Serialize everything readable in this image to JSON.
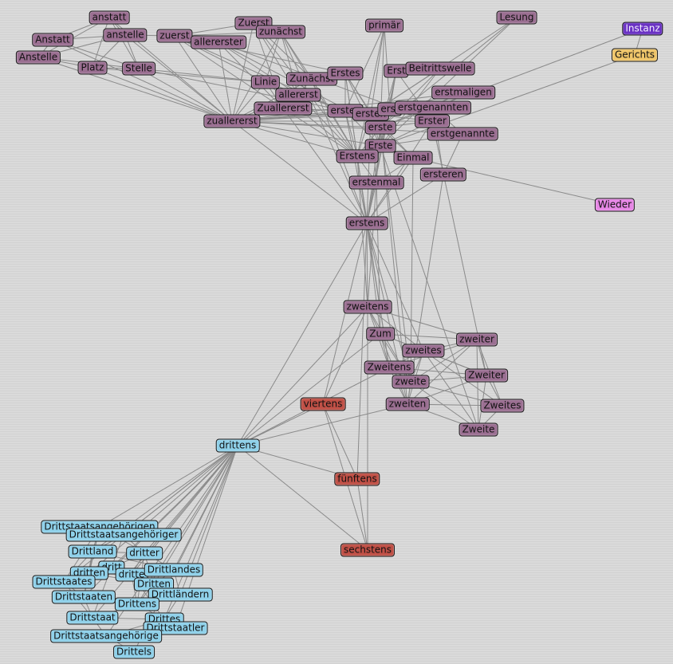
{
  "colors": {
    "erst": "#9b6f92",
    "zwei": "#9b6f92",
    "dritt": "#8fd1ea",
    "ordinal": "#c05046",
    "instanz": "#6a31c4",
    "gerichts": "#efc56a",
    "wieder": "#e787e6",
    "edge": "#8a8a8a"
  },
  "nodes": [
    {
      "id": "anstatt",
      "label": "anstatt",
      "group": "erst"
    },
    {
      "id": "Anstatt",
      "label": "Anstatt",
      "group": "erst"
    },
    {
      "id": "anstelle",
      "label": "anstelle",
      "group": "erst"
    },
    {
      "id": "Anstelle",
      "label": "Anstelle",
      "group": "erst"
    },
    {
      "id": "zuerst",
      "label": "zuerst",
      "group": "erst"
    },
    {
      "id": "Zuerst",
      "label": "Zuerst",
      "group": "erst"
    },
    {
      "id": "zunaechst",
      "label": "zunächst",
      "group": "erst"
    },
    {
      "id": "allererster",
      "label": "allererster",
      "group": "erst"
    },
    {
      "id": "Platz",
      "label": "Platz",
      "group": "erst"
    },
    {
      "id": "Stelle",
      "label": "Stelle",
      "group": "erst"
    },
    {
      "id": "primaer",
      "label": "primär",
      "group": "erst"
    },
    {
      "id": "Lesung",
      "label": "Lesung",
      "group": "erst"
    },
    {
      "id": "Instanz",
      "label": "Instanz",
      "group": "instanz"
    },
    {
      "id": "Gerichts",
      "label": "Gerichts",
      "group": "gerichts"
    },
    {
      "id": "Linie",
      "label": "Linie",
      "group": "erst"
    },
    {
      "id": "Zunaechst",
      "label": "Zunächst",
      "group": "erst"
    },
    {
      "id": "Erstes",
      "label": "Erstes",
      "group": "erst"
    },
    {
      "id": "ErstCap",
      "label": "Erst",
      "group": "erst"
    },
    {
      "id": "Beitrittswelle",
      "label": "Beitrittswelle",
      "group": "erst"
    },
    {
      "id": "allererst",
      "label": "allererst",
      "group": "erst"
    },
    {
      "id": "erstmaligen",
      "label": "erstmaligen",
      "group": "erst"
    },
    {
      "id": "Zuallererst",
      "label": "Zuallererst",
      "group": "erst"
    },
    {
      "id": "erstes",
      "label": "erstes",
      "group": "erst"
    },
    {
      "id": "ersten",
      "label": "ersten",
      "group": "erst"
    },
    {
      "id": "erst",
      "label": "erst",
      "group": "erst"
    },
    {
      "id": "erstgenannten",
      "label": "erstgenannten",
      "group": "erst"
    },
    {
      "id": "zuallererst",
      "label": "zuallererst",
      "group": "erst"
    },
    {
      "id": "erste",
      "label": "erste",
      "group": "erst"
    },
    {
      "id": "Erster",
      "label": "Erster",
      "group": "erst"
    },
    {
      "id": "erstgenannte",
      "label": "erstgenannte",
      "group": "erst"
    },
    {
      "id": "Erste",
      "label": "Erste",
      "group": "erst"
    },
    {
      "id": "Erstens",
      "label": "Erstens",
      "group": "erst"
    },
    {
      "id": "Einmal",
      "label": "Einmal",
      "group": "erst"
    },
    {
      "id": "ersteren",
      "label": "ersteren",
      "group": "erst"
    },
    {
      "id": "erstenmal",
      "label": "erstenmal",
      "group": "erst"
    },
    {
      "id": "Wieder",
      "label": "Wieder",
      "group": "wieder"
    },
    {
      "id": "erstens",
      "label": "erstens",
      "group": "erst"
    },
    {
      "id": "zweitens",
      "label": "zweitens",
      "group": "zwei"
    },
    {
      "id": "Zum",
      "label": "Zum",
      "group": "zwei"
    },
    {
      "id": "zweites",
      "label": "zweites",
      "group": "zwei"
    },
    {
      "id": "zweiter",
      "label": "zweiter",
      "group": "zwei"
    },
    {
      "id": "Zweitens",
      "label": "Zweitens",
      "group": "zwei"
    },
    {
      "id": "Zweiter",
      "label": "Zweiter",
      "group": "zwei"
    },
    {
      "id": "zweite",
      "label": "zweite",
      "group": "zwei"
    },
    {
      "id": "viertens",
      "label": "viertens",
      "group": "ordinal"
    },
    {
      "id": "zweiten",
      "label": "zweiten",
      "group": "zwei"
    },
    {
      "id": "Zweites",
      "label": "Zweites",
      "group": "zwei"
    },
    {
      "id": "Zweite",
      "label": "Zweite",
      "group": "zwei"
    },
    {
      "id": "drittens",
      "label": "drittens",
      "group": "dritt"
    },
    {
      "id": "fuenftens",
      "label": "fünftens",
      "group": "ordinal"
    },
    {
      "id": "sechstens",
      "label": "sechstens",
      "group": "ordinal"
    },
    {
      "id": "Drittstaatsangehoerigen",
      "label": "Drittstaatsangehörigen",
      "group": "dritt"
    },
    {
      "id": "Drittstaatsangehoeriger",
      "label": "Drittstaatsangehöriger",
      "group": "dritt"
    },
    {
      "id": "Drittland",
      "label": "Drittland",
      "group": "dritt"
    },
    {
      "id": "dritter",
      "label": "dritter",
      "group": "dritt"
    },
    {
      "id": "dritt",
      "label": "dritt",
      "group": "dritt"
    },
    {
      "id": "dritten",
      "label": "dritten",
      "group": "dritt"
    },
    {
      "id": "dritte",
      "label": "dritte",
      "group": "dritt"
    },
    {
      "id": "Drittlandes",
      "label": "Drittlandes",
      "group": "dritt"
    },
    {
      "id": "Drittstaates",
      "label": "Drittstaates",
      "group": "dritt"
    },
    {
      "id": "Dritten",
      "label": "Dritten",
      "group": "dritt"
    },
    {
      "id": "Drittlaendern",
      "label": "Drittländern",
      "group": "dritt"
    },
    {
      "id": "Drittstaaten",
      "label": "Drittstaaten",
      "group": "dritt"
    },
    {
      "id": "Drittens",
      "label": "Drittens",
      "group": "dritt"
    },
    {
      "id": "Drittstaat",
      "label": "Drittstaat",
      "group": "dritt"
    },
    {
      "id": "Drittes",
      "label": "Drittes",
      "group": "dritt"
    },
    {
      "id": "Drittstaatler",
      "label": "Drittstaatler",
      "group": "dritt"
    },
    {
      "id": "Drittstaatsangehoerige",
      "label": "Drittstaatsangehörige",
      "group": "dritt"
    },
    {
      "id": "Drittels",
      "label": "Drittels",
      "group": "dritt"
    }
  ],
  "edges": [
    [
      "anstatt",
      "anstelle"
    ],
    [
      "anstatt",
      "Anstelle"
    ],
    [
      "anstatt",
      "Anstatt"
    ],
    [
      "anstatt",
      "Platz"
    ],
    [
      "anstatt",
      "Stelle"
    ],
    [
      "anstatt",
      "zuallererst"
    ],
    [
      "Anstatt",
      "anstelle"
    ],
    [
      "Anstatt",
      "Anstelle"
    ],
    [
      "Anstatt",
      "zuallererst"
    ],
    [
      "Anstatt",
      "Stelle"
    ],
    [
      "anstelle",
      "Anstelle"
    ],
    [
      "anstelle",
      "Platz"
    ],
    [
      "anstelle",
      "Stelle"
    ],
    [
      "anstelle",
      "zuerst"
    ],
    [
      "anstelle",
      "zuallererst"
    ],
    [
      "Anstelle",
      "Platz"
    ],
    [
      "Anstelle",
      "Stelle"
    ],
    [
      "Anstelle",
      "zuallererst"
    ],
    [
      "Platz",
      "Stelle"
    ],
    [
      "Platz",
      "zuallererst"
    ],
    [
      "Platz",
      "Linie"
    ],
    [
      "Stelle",
      "zuallererst"
    ],
    [
      "Stelle",
      "Linie"
    ],
    [
      "Stelle",
      "erstes"
    ],
    [
      "zuerst",
      "Zuerst"
    ],
    [
      "zuerst",
      "zunaechst"
    ],
    [
      "zuerst",
      "allererster"
    ],
    [
      "zuerst",
      "zuallererst"
    ],
    [
      "zuerst",
      "Zuallererst"
    ],
    [
      "zuerst",
      "Erstes"
    ],
    [
      "zuerst",
      "Linie"
    ],
    [
      "zuerst",
      "erste"
    ],
    [
      "Zuerst",
      "zunaechst"
    ],
    [
      "Zuerst",
      "allererst"
    ],
    [
      "Zuerst",
      "zuallererst"
    ],
    [
      "Zuerst",
      "Zuallererst"
    ],
    [
      "Zuerst",
      "Erstens"
    ],
    [
      "Zuerst",
      "Zunaechst"
    ],
    [
      "zunaechst",
      "Zunaechst"
    ],
    [
      "zunaechst",
      "allererst"
    ],
    [
      "zunaechst",
      "zuallererst"
    ],
    [
      "zunaechst",
      "Erstens"
    ],
    [
      "zunaechst",
      "erstens"
    ],
    [
      "zunaechst",
      "Linie"
    ],
    [
      "allererster",
      "allererst"
    ],
    [
      "allererster",
      "zuallererst"
    ],
    [
      "allererster",
      "Zuallererst"
    ],
    [
      "allererster",
      "erste"
    ],
    [
      "allererster",
      "Erster"
    ],
    [
      "primaer",
      "erstes"
    ],
    [
      "primaer",
      "ersten"
    ],
    [
      "primaer",
      "erst"
    ],
    [
      "primaer",
      "Erstens"
    ],
    [
      "primaer",
      "erste"
    ],
    [
      "Lesung",
      "ersten"
    ],
    [
      "Lesung",
      "erste"
    ],
    [
      "Lesung",
      "Erste"
    ],
    [
      "Instanz",
      "Gerichts"
    ],
    [
      "Instanz",
      "erste"
    ],
    [
      "Gerichts",
      "Erste"
    ],
    [
      "Linie",
      "zuallererst"
    ],
    [
      "Linie",
      "erstes"
    ],
    [
      "Linie",
      "Erstens"
    ],
    [
      "Linie",
      "Zuallererst"
    ],
    [
      "Zunaechst",
      "allererst"
    ],
    [
      "Zunaechst",
      "zuallererst"
    ],
    [
      "Zunaechst",
      "Erstens"
    ],
    [
      "Zunaechst",
      "Erstes"
    ],
    [
      "Zunaechst",
      "erstens"
    ],
    [
      "Erstes",
      "erstes"
    ],
    [
      "Erstes",
      "Erstens"
    ],
    [
      "Erstes",
      "Erste"
    ],
    [
      "Erstes",
      "erste"
    ],
    [
      "Erstes",
      "ersten"
    ],
    [
      "Erstes",
      "erstens"
    ],
    [
      "ErstCap",
      "erst"
    ],
    [
      "ErstCap",
      "Erste"
    ],
    [
      "ErstCap",
      "Erster"
    ],
    [
      "ErstCap",
      "erste"
    ],
    [
      "ErstCap",
      "erstens"
    ],
    [
      "Beitrittswelle",
      "erste"
    ],
    [
      "Beitrittswelle",
      "ersten"
    ],
    [
      "Beitrittswelle",
      "Erste"
    ],
    [
      "allererst",
      "Zuallererst"
    ],
    [
      "allererst",
      "zuallererst"
    ],
    [
      "allererst",
      "erstes"
    ],
    [
      "allererst",
      "Erstens"
    ],
    [
      "erstmaligen",
      "erste"
    ],
    [
      "erstmaligen",
      "ersten"
    ],
    [
      "erstmaligen",
      "zuallererst"
    ],
    [
      "Zuallererst",
      "zuallererst"
    ],
    [
      "Zuallererst",
      "erstes"
    ],
    [
      "Zuallererst",
      "Erstens"
    ],
    [
      "Zuallererst",
      "erstens"
    ],
    [
      "erstes",
      "ersten"
    ],
    [
      "erstes",
      "erst"
    ],
    [
      "erstes",
      "erste"
    ],
    [
      "erstes",
      "Erste"
    ],
    [
      "erstes",
      "Erstens"
    ],
    [
      "erstes",
      "erstens"
    ],
    [
      "erstes",
      "zuallererst"
    ],
    [
      "ersten",
      "erst"
    ],
    [
      "ersten",
      "erstgenannten"
    ],
    [
      "ersten",
      "erste"
    ],
    [
      "ersten",
      "Erster"
    ],
    [
      "ersten",
      "Erste"
    ],
    [
      "ersten",
      "Erstens"
    ],
    [
      "ersten",
      "Einmal"
    ],
    [
      "ersten",
      "erstenmal"
    ],
    [
      "ersten",
      "erstens"
    ],
    [
      "ersten",
      "zuallererst"
    ],
    [
      "erst",
      "erstgenannten"
    ],
    [
      "erst",
      "erste"
    ],
    [
      "erst",
      "Erster"
    ],
    [
      "erst",
      "Erste"
    ],
    [
      "erst",
      "erstens"
    ],
    [
      "erst",
      "zuallererst"
    ],
    [
      "erstgenannten",
      "erste"
    ],
    [
      "erstgenannten",
      "erstgenannte"
    ],
    [
      "erstgenannten",
      "ersteren"
    ],
    [
      "erstgenannten",
      "zuallererst"
    ],
    [
      "zuallererst",
      "erste"
    ],
    [
      "zuallererst",
      "Erste"
    ],
    [
      "zuallererst",
      "Erstens"
    ],
    [
      "zuallererst",
      "erstens"
    ],
    [
      "zuallererst",
      "erstgenannte"
    ],
    [
      "zuallererst",
      "Erster"
    ],
    [
      "erste",
      "Erster"
    ],
    [
      "erste",
      "Erste"
    ],
    [
      "erste",
      "Erstens"
    ],
    [
      "erste",
      "Einmal"
    ],
    [
      "erste",
      "erstenmal"
    ],
    [
      "erste",
      "erstens"
    ],
    [
      "erste",
      "zweite"
    ],
    [
      "erste",
      "zweiten"
    ],
    [
      "Erster",
      "Erste"
    ],
    [
      "Erster",
      "erstgenannte"
    ],
    [
      "Erster",
      "erstens"
    ],
    [
      "Erster",
      "Zweiter"
    ],
    [
      "erstgenannte",
      "Erste"
    ],
    [
      "erstgenannte",
      "ersteren"
    ],
    [
      "Erste",
      "Erstens"
    ],
    [
      "Erste",
      "Einmal"
    ],
    [
      "Erste",
      "erstens"
    ],
    [
      "Erste",
      "Zweite"
    ],
    [
      "Erstens",
      "erstenmal"
    ],
    [
      "Erstens",
      "erstens"
    ],
    [
      "Erstens",
      "Zweitens"
    ],
    [
      "Erstens",
      "zweitens"
    ],
    [
      "Einmal",
      "erstenmal"
    ],
    [
      "Einmal",
      "erstens"
    ],
    [
      "Einmal",
      "zweite"
    ],
    [
      "Einmal",
      "Wieder"
    ],
    [
      "ersteren",
      "zweiten"
    ],
    [
      "ersteren",
      "erstens"
    ],
    [
      "erstenmal",
      "erstens"
    ],
    [
      "erstenmal",
      "zweitens"
    ],
    [
      "erstenmal",
      "Zum"
    ],
    [
      "erstens",
      "zweitens"
    ],
    [
      "erstens",
      "Zweitens"
    ],
    [
      "erstens",
      "Zum"
    ],
    [
      "erstens",
      "zweite"
    ],
    [
      "erstens",
      "drittens"
    ],
    [
      "erstens",
      "viertens"
    ],
    [
      "erstens",
      "fuenftens"
    ],
    [
      "erstens",
      "zweites"
    ],
    [
      "erstens",
      "zweiten"
    ],
    [
      "zweitens",
      "Zum"
    ],
    [
      "zweitens",
      "Zweitens"
    ],
    [
      "zweitens",
      "zweites"
    ],
    [
      "zweitens",
      "zweite"
    ],
    [
      "zweitens",
      "zweiter"
    ],
    [
      "zweitens",
      "drittens"
    ],
    [
      "zweitens",
      "viertens"
    ],
    [
      "zweitens",
      "sechstens"
    ],
    [
      "Zum",
      "zweites"
    ],
    [
      "Zum",
      "Zweitens"
    ],
    [
      "Zum",
      "zweite"
    ],
    [
      "Zum",
      "zweiter"
    ],
    [
      "Zum",
      "zweiten"
    ],
    [
      "Zum",
      "Zweiter"
    ],
    [
      "Zum",
      "drittens"
    ],
    [
      "zweites",
      "zweiter"
    ],
    [
      "zweites",
      "Zweitens"
    ],
    [
      "zweites",
      "Zweiter"
    ],
    [
      "zweites",
      "zweite"
    ],
    [
      "zweites",
      "Zweites"
    ],
    [
      "zweites",
      "zweiten"
    ],
    [
      "zweites",
      "Zweite"
    ],
    [
      "zweiter",
      "Zweiter"
    ],
    [
      "zweiter",
      "zweite"
    ],
    [
      "zweiter",
      "Zweites"
    ],
    [
      "zweiter",
      "Zweite"
    ],
    [
      "zweiter",
      "zweiten"
    ],
    [
      "zweiter",
      "Zweitens"
    ],
    [
      "Zweitens",
      "zweite"
    ],
    [
      "Zweitens",
      "zweiten"
    ],
    [
      "Zweitens",
      "drittens"
    ],
    [
      "Zweitens",
      "Zweiter"
    ],
    [
      "Zweiter",
      "zweite"
    ],
    [
      "Zweiter",
      "Zweites"
    ],
    [
      "Zweiter",
      "Zweite"
    ],
    [
      "Zweiter",
      "zweiten"
    ],
    [
      "zweite",
      "zweiten"
    ],
    [
      "zweite",
      "Zweites"
    ],
    [
      "zweite",
      "Zweite"
    ],
    [
      "viertens",
      "drittens"
    ],
    [
      "viertens",
      "fuenftens"
    ],
    [
      "viertens",
      "sechstens"
    ],
    [
      "zweiten",
      "Zweites"
    ],
    [
      "zweiten",
      "Zweite"
    ],
    [
      "zweiten",
      "drittens"
    ],
    [
      "Zweites",
      "Zweite"
    ],
    [
      "drittens",
      "fuenftens"
    ],
    [
      "drittens",
      "sechstens"
    ],
    [
      "fuenftens",
      "sechstens"
    ],
    [
      "drittens",
      "Drittstaatsangehoerigen"
    ],
    [
      "drittens",
      "Drittstaatsangehoeriger"
    ],
    [
      "drittens",
      "Drittland"
    ],
    [
      "drittens",
      "dritter"
    ],
    [
      "drittens",
      "dritt"
    ],
    [
      "drittens",
      "dritten"
    ],
    [
      "drittens",
      "dritte"
    ],
    [
      "drittens",
      "Drittlandes"
    ],
    [
      "drittens",
      "Drittstaates"
    ],
    [
      "drittens",
      "Dritten"
    ],
    [
      "drittens",
      "Drittlaendern"
    ],
    [
      "drittens",
      "Drittstaaten"
    ],
    [
      "drittens",
      "Drittens"
    ],
    [
      "drittens",
      "Drittstaat"
    ],
    [
      "drittens",
      "Drittes"
    ],
    [
      "drittens",
      "Drittstaatler"
    ],
    [
      "drittens",
      "Drittstaatsangehoerige"
    ],
    [
      "drittens",
      "Drittels"
    ],
    [
      "Drittstaatsangehoerigen",
      "Drittstaaten"
    ],
    [
      "Drittstaatsangehoerigen",
      "Drittland"
    ],
    [
      "Drittstaatsangehoerigen",
      "Drittstaates"
    ],
    [
      "Drittstaatsangehoerigen",
      "dritten"
    ],
    [
      "Drittstaatsangehoerigen",
      "Drittlandes"
    ],
    [
      "Drittstaatsangehoeriger",
      "Drittstaat"
    ],
    [
      "Drittstaatsangehoeriger",
      "Drittland"
    ],
    [
      "Drittstaatsangehoeriger",
      "dritter"
    ],
    [
      "Drittland",
      "dritter"
    ],
    [
      "Drittland",
      "dritten"
    ],
    [
      "Drittland",
      "Drittstaates"
    ],
    [
      "Drittland",
      "Drittlandes"
    ],
    [
      "Drittland",
      "Drittstaaten"
    ],
    [
      "dritter",
      "dritt"
    ],
    [
      "dritter",
      "dritte"
    ],
    [
      "dritter",
      "Dritten"
    ],
    [
      "dritter",
      "Drittens"
    ],
    [
      "dritten",
      "dritte"
    ],
    [
      "dritten",
      "Dritten"
    ],
    [
      "dritten",
      "Drittstaates"
    ],
    [
      "dritten",
      "Drittstaaten"
    ],
    [
      "dritte",
      "Drittlandes"
    ],
    [
      "dritte",
      "Dritten"
    ],
    [
      "dritte",
      "Drittens"
    ],
    [
      "dritte",
      "Drittes"
    ],
    [
      "Drittlandes",
      "Drittlaendern"
    ],
    [
      "Drittlandes",
      "Dritten"
    ],
    [
      "Drittstaates",
      "Drittstaaten"
    ],
    [
      "Drittstaates",
      "Drittstaat"
    ],
    [
      "Dritten",
      "Drittlaendern"
    ],
    [
      "Dritten",
      "Drittens"
    ],
    [
      "Drittstaaten",
      "Drittens"
    ],
    [
      "Drittstaaten",
      "Drittstaat"
    ],
    [
      "Drittlaendern",
      "Drittes"
    ],
    [
      "Drittens",
      "Drittstaat"
    ],
    [
      "Drittens",
      "Drittes"
    ],
    [
      "Drittstaat",
      "Drittstaatsangehoerige"
    ],
    [
      "Drittstaat",
      "Drittes"
    ],
    [
      "Drittes",
      "Drittstaatler"
    ],
    [
      "Drittes",
      "Drittstaatsangehoerige"
    ],
    [
      "Drittstaatler",
      "Drittstaatsangehoerige"
    ],
    [
      "Drittstaatsangehoerige",
      "Drittels"
    ]
  ]
}
